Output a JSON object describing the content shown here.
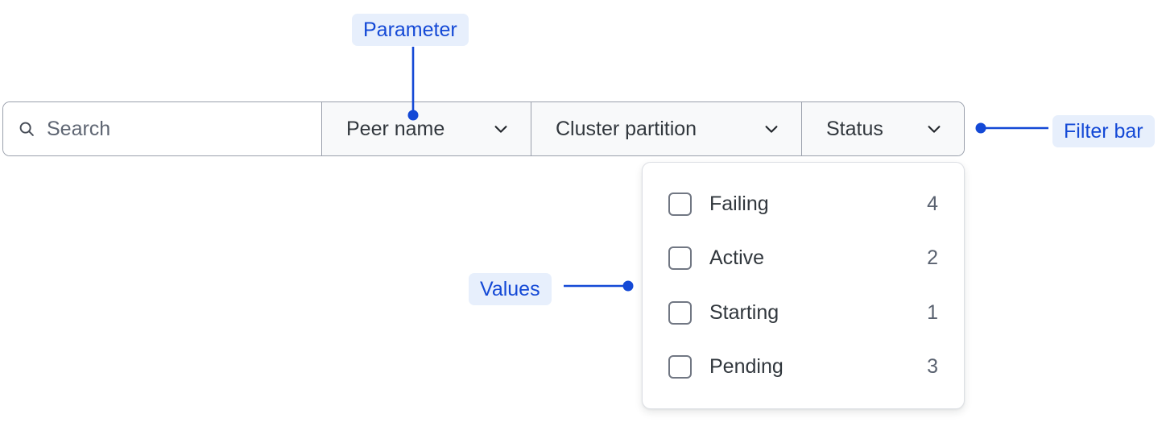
{
  "filter_bar": {
    "search": {
      "placeholder": "Search",
      "value": "",
      "icon": "search-icon"
    },
    "dropdowns": [
      {
        "label": "Peer name",
        "icon": "chevron-down-icon"
      },
      {
        "label": "Cluster partition",
        "icon": "chevron-down-icon"
      },
      {
        "label": "Status",
        "icon": "chevron-down-icon"
      }
    ]
  },
  "values_panel": {
    "open_for": "Status",
    "options": [
      {
        "label": "Failing",
        "count": "4",
        "checked": false
      },
      {
        "label": "Active",
        "count": "2",
        "checked": false
      },
      {
        "label": "Starting",
        "count": "1",
        "checked": false
      },
      {
        "label": "Pending",
        "count": "3",
        "checked": false
      }
    ]
  },
  "annotations": {
    "parameter": "Parameter",
    "values": "Values",
    "filter_bar": "Filter bar"
  },
  "colors": {
    "accent_blue": "#1449d6",
    "accent_pill_bg": "#e7effc",
    "bar_border": "#9aa0ac",
    "bar_bg": "#f8f9fa",
    "search_bg": "#ffffff",
    "text_primary": "#31373d",
    "text_muted": "#5f6673",
    "count_text": "#5a6270",
    "panel_border": "#dcdfe4"
  }
}
